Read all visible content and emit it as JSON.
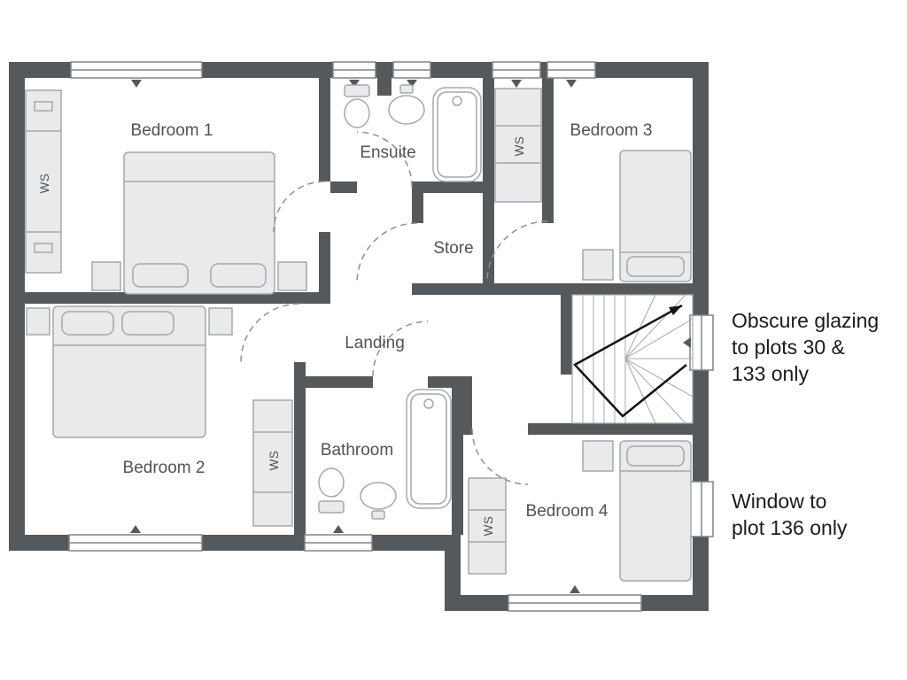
{
  "plan": {
    "rooms": [
      {
        "id": "bedroom-1",
        "label": "Bedroom 1"
      },
      {
        "id": "ensuite",
        "label": "Ensuite"
      },
      {
        "id": "bedroom-3",
        "label": "Bedroom 3"
      },
      {
        "id": "store",
        "label": "Store"
      },
      {
        "id": "landing",
        "label": "Landing"
      },
      {
        "id": "bedroom-2",
        "label": "Bedroom 2"
      },
      {
        "id": "bathroom",
        "label": "Bathroom"
      },
      {
        "id": "bedroom-4",
        "label": "Bedroom 4"
      }
    ],
    "wardrobe_label": "WS",
    "colors": {
      "wall": "#56595c",
      "furniture_fill": "#e9eaeb",
      "furniture_stroke": "#a4a8ab",
      "label_text": "#4e5357",
      "door_arc": "#8a9094",
      "annotation_text": "#1b1b1b",
      "stairs_marker": "#141414"
    }
  },
  "annotations": [
    {
      "id": "obscure-glazing-note",
      "lines": [
        "Obscure glazing",
        "to plots 30 &",
        "133 only"
      ]
    },
    {
      "id": "window-plot-note",
      "lines": [
        "Window to",
        "plot 136 only"
      ]
    }
  ]
}
